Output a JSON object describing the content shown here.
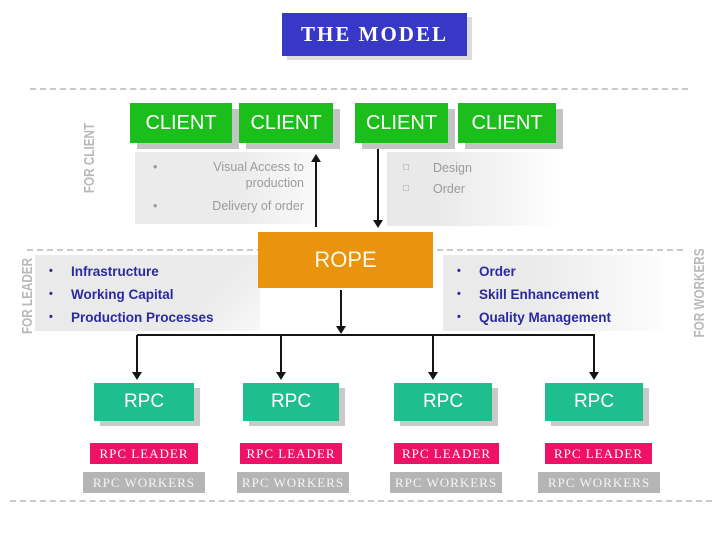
{
  "title": "THE MODEL",
  "side_labels": {
    "for_client": "FOR CLIENT",
    "for_leader": "FOR LEADER",
    "for_workers": "FOR WORKERS"
  },
  "glyphs": {
    "round_bullet": "•",
    "square_bullet": "□"
  },
  "client_row": [
    "CLIENT",
    "CLIENT",
    "CLIENT",
    "CLIENT"
  ],
  "client_benefits": {
    "items": [
      "Visual Access to production",
      "Delivery of order"
    ]
  },
  "client_inputs": {
    "items": [
      "Design",
      "Order"
    ]
  },
  "rope": {
    "label": "ROPE"
  },
  "leader_provides": {
    "items": [
      "Infrastructure",
      "Working Capital",
      "Production Processes"
    ]
  },
  "worker_benefits": {
    "items": [
      "Order",
      "Skill Enhancement",
      "Quality Management"
    ]
  },
  "rpc_row": [
    "RPC",
    "RPC",
    "RPC",
    "RPC"
  ],
  "leader_row": [
    "RPC LEADER",
    "RPC LEADER",
    "RPC LEADER",
    "RPC LEADER"
  ],
  "workers_row": [
    "RPC WORKERS",
    "RPC WORKERS",
    "RPC WORKERS",
    "RPC WORKERS"
  ],
  "colors": {
    "title_blue": "#3838c6",
    "client_green": "#1cbe1c",
    "rope_orange": "#e9930e",
    "rpc_teal": "#1ebe8e",
    "leader_pink": "#ee1166",
    "workers_gray": "#b5b5b5",
    "list_navy": "#2a2aa0",
    "muted_gray": "#9b9b9b"
  }
}
